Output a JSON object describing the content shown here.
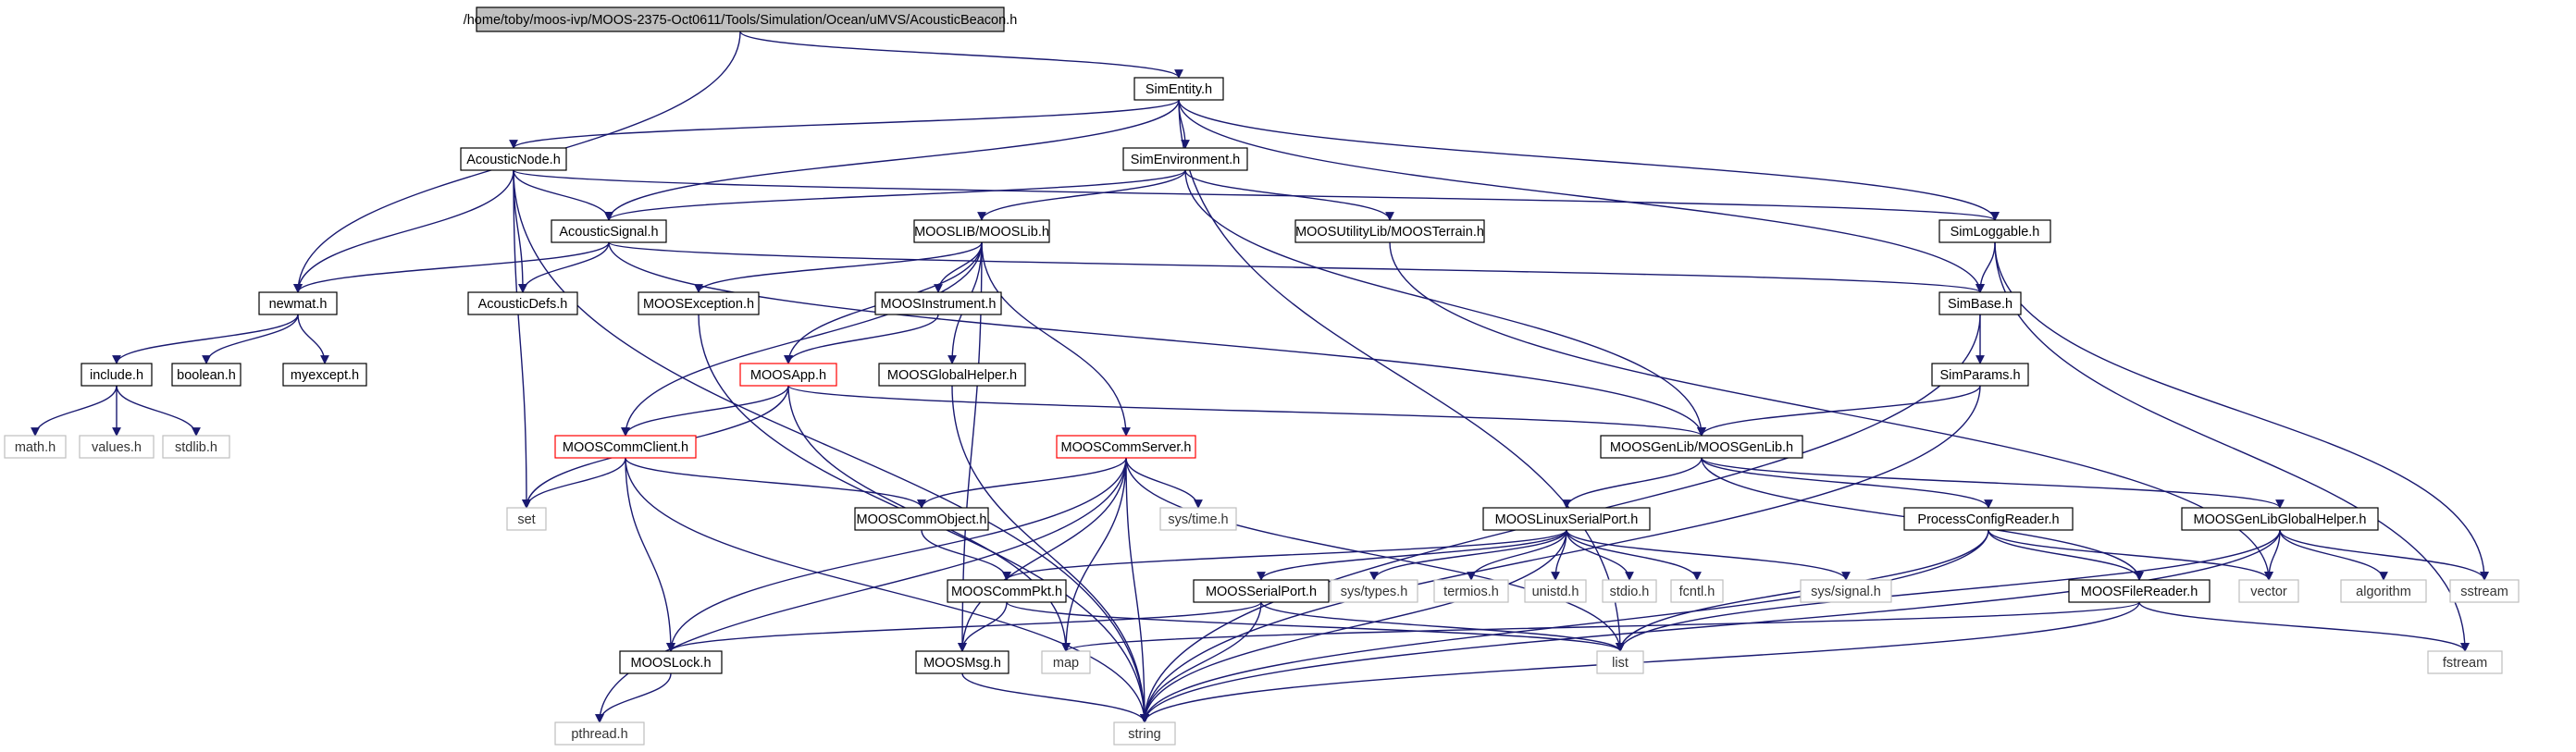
{
  "diagram": {
    "nodes": {
      "root": "/home/toby/moos-ivp/MOOS-2375-Oct0611/Tools/Simulation/Ocean/uMVS/AcousticBeacon.h",
      "simentity": "SimEntity.h",
      "acousticnode": "AcousticNode.h",
      "simenv": "SimEnvironment.h",
      "acousticsignal": "AcousticSignal.h",
      "moosliblib": "MOOSLIB/MOOSLib.h",
      "moosterrain": "MOOSUtilityLib/MOOSTerrain.h",
      "simloggable": "SimLoggable.h",
      "newmat": "newmat.h",
      "acousticdefs": "AcousticDefs.h",
      "moosexception": "MOOSException.h",
      "moosinstrument": "MOOSInstrument.h",
      "simbase": "SimBase.h",
      "include": "include.h",
      "boolean": "boolean.h",
      "myexcept": "myexcept.h",
      "moosapp": "MOOSApp.h",
      "moosglobalhelper": "MOOSGlobalHelper.h",
      "simparams": "SimParams.h",
      "mathh": "math.h",
      "valuesh": "values.h",
      "stdlibh": "stdlib.h",
      "mooscommclient": "MOOSCommClient.h",
      "mooscommserver": "MOOSCommServer.h",
      "moosgenlib": "MOOSGenLib/MOOSGenLib.h",
      "set": "set",
      "mooscommobject": "MOOSCommObject.h",
      "systime": "sys/time.h",
      "mooslinuxserial": "MOOSLinuxSerialPort.h",
      "processconfig": "ProcessConfigReader.h",
      "moosgenlibglobal": "MOOSGenLibGlobalHelper.h",
      "mooscommpkt": "MOOSCommPkt.h",
      "moosserialport": "MOOSSerialPort.h",
      "systypes": "sys/types.h",
      "termios": "termios.h",
      "unistd": "unistd.h",
      "stdio": "stdio.h",
      "fcntl": "fcntl.h",
      "syssignal": "sys/signal.h",
      "moosfilereader": "MOOSFileReader.h",
      "vector": "vector",
      "algorithm": "algorithm",
      "sstream": "sstream",
      "mooslock": "MOOSLock.h",
      "moosmsg": "MOOSMsg.h",
      "map": "map",
      "list": "list",
      "fstream": "fstream",
      "pthread": "pthread.h",
      "string": "string"
    },
    "edges": [
      [
        "root",
        "simentity"
      ],
      [
        "root",
        "newmat"
      ],
      [
        "simentity",
        "acousticnode"
      ],
      [
        "simentity",
        "simenv"
      ],
      [
        "simentity",
        "acousticsignal"
      ],
      [
        "simentity",
        "simloggable"
      ],
      [
        "simentity",
        "simbase"
      ],
      [
        "simentity",
        "list"
      ],
      [
        "acousticnode",
        "acousticsignal"
      ],
      [
        "acousticnode",
        "newmat"
      ],
      [
        "acousticnode",
        "acousticdefs"
      ],
      [
        "acousticnode",
        "set"
      ],
      [
        "acousticnode",
        "string"
      ],
      [
        "acousticnode",
        "simloggable"
      ],
      [
        "simenv",
        "acousticsignal"
      ],
      [
        "simenv",
        "moosliblib"
      ],
      [
        "simenv",
        "moosterrain"
      ],
      [
        "simenv",
        "moosgenlib"
      ],
      [
        "acousticsignal",
        "newmat"
      ],
      [
        "acousticsignal",
        "acousticdefs"
      ],
      [
        "acousticsignal",
        "simbase"
      ],
      [
        "acousticsignal",
        "moosgenlib"
      ],
      [
        "moosliblib",
        "moosexception"
      ],
      [
        "moosliblib",
        "moosinstrument"
      ],
      [
        "moosliblib",
        "moosapp"
      ],
      [
        "moosliblib",
        "moosglobalhelper"
      ],
      [
        "moosliblib",
        "mooscommclient"
      ],
      [
        "moosliblib",
        "mooscommserver"
      ],
      [
        "moosliblib",
        "moosmsg"
      ],
      [
        "moosterrain",
        "vector"
      ],
      [
        "simloggable",
        "simbase"
      ],
      [
        "simloggable",
        "sstream"
      ],
      [
        "simloggable",
        "fstream"
      ],
      [
        "newmat",
        "include"
      ],
      [
        "newmat",
        "boolean"
      ],
      [
        "newmat",
        "myexcept"
      ],
      [
        "include",
        "mathh"
      ],
      [
        "include",
        "valuesh"
      ],
      [
        "include",
        "stdlibh"
      ],
      [
        "moosexception",
        "string"
      ],
      [
        "moosinstrument",
        "moosapp"
      ],
      [
        "simbase",
        "simparams"
      ],
      [
        "simbase",
        "string"
      ],
      [
        "moosapp",
        "mooscommclient"
      ],
      [
        "moosapp",
        "set"
      ],
      [
        "moosapp",
        "moosgenlib"
      ],
      [
        "moosapp",
        "map"
      ],
      [
        "moosglobalhelper",
        "string"
      ],
      [
        "simparams",
        "moosgenlib"
      ],
      [
        "simparams",
        "string"
      ],
      [
        "mooscommclient",
        "set"
      ],
      [
        "mooscommclient",
        "mooscommobject"
      ],
      [
        "mooscommclient",
        "mooslock"
      ],
      [
        "mooscommclient",
        "string"
      ],
      [
        "mooscommserver",
        "mooscommobject"
      ],
      [
        "mooscommserver",
        "systime"
      ],
      [
        "mooscommserver",
        "mooslock"
      ],
      [
        "mooscommserver",
        "map"
      ],
      [
        "mooscommserver",
        "list"
      ],
      [
        "mooscommserver",
        "pthread"
      ],
      [
        "mooscommserver",
        "moosmsg"
      ],
      [
        "mooscommserver",
        "string"
      ],
      [
        "moosgenlib",
        "mooslinuxserial"
      ],
      [
        "moosgenlib",
        "processconfig"
      ],
      [
        "moosgenlib",
        "moosgenlibglobal"
      ],
      [
        "moosgenlib",
        "moosfilereader"
      ],
      [
        "mooscommobject",
        "mooscommpkt"
      ],
      [
        "mooslinuxserial",
        "mooscommpkt"
      ],
      [
        "mooslinuxserial",
        "moosserialport"
      ],
      [
        "mooslinuxserial",
        "systypes"
      ],
      [
        "mooslinuxserial",
        "termios"
      ],
      [
        "mooslinuxserial",
        "unistd"
      ],
      [
        "mooslinuxserial",
        "stdio"
      ],
      [
        "mooslinuxserial",
        "fcntl"
      ],
      [
        "mooslinuxserial",
        "syssignal"
      ],
      [
        "mooslinuxserial",
        "string"
      ],
      [
        "processconfig",
        "moosfilereader"
      ],
      [
        "processconfig",
        "vector"
      ],
      [
        "processconfig",
        "list"
      ],
      [
        "processconfig",
        "string"
      ],
      [
        "moosgenlibglobal",
        "vector"
      ],
      [
        "moosgenlibglobal",
        "algorithm"
      ],
      [
        "moosgenlibglobal",
        "sstream"
      ],
      [
        "moosgenlibglobal",
        "list"
      ],
      [
        "moosgenlibglobal",
        "string"
      ],
      [
        "mooscommpkt",
        "moosmsg"
      ],
      [
        "mooscommpkt",
        "list"
      ],
      [
        "moosserialport",
        "mooslock"
      ],
      [
        "moosserialport",
        "list"
      ],
      [
        "moosserialport",
        "string"
      ],
      [
        "moosfilereader",
        "map"
      ],
      [
        "moosfilereader",
        "fstream"
      ],
      [
        "moosfilereader",
        "string"
      ],
      [
        "mooslock",
        "pthread"
      ],
      [
        "moosmsg",
        "string"
      ]
    ],
    "colors": {
      "edge": "#191970",
      "root_fill": "#bfbfbf",
      "highlight_border": "#ff0000",
      "system_border": "#bfbfbf"
    }
  }
}
